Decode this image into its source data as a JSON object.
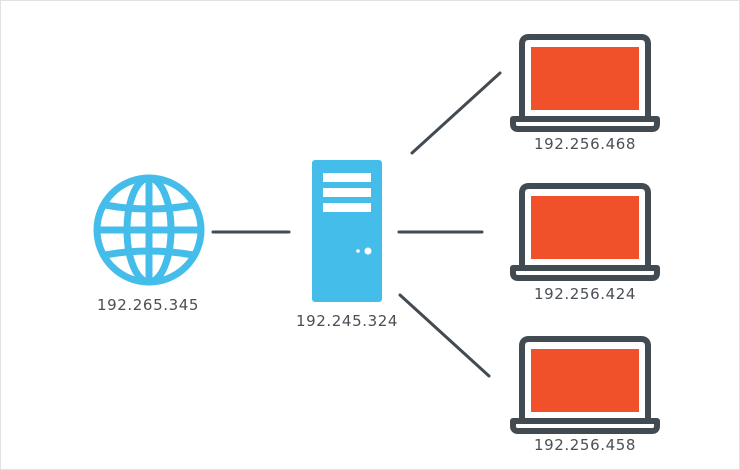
{
  "nodes": {
    "internet": {
      "label": "192.265.345",
      "icon": "globe-icon"
    },
    "server": {
      "label": "192.245.324",
      "icon": "server-tower-icon"
    },
    "laptops": [
      {
        "label": "192.256.468",
        "icon": "laptop-icon"
      },
      {
        "label": "192.256.424",
        "icon": "laptop-icon"
      },
      {
        "label": "192.256.458",
        "icon": "laptop-icon"
      }
    ]
  },
  "colors": {
    "globe": "#45bdea",
    "server": "#45bdea",
    "laptop_screen": "#f0512b",
    "laptop_frame": "#424a52",
    "connector": "#424a52",
    "label": "#4a4f55"
  }
}
